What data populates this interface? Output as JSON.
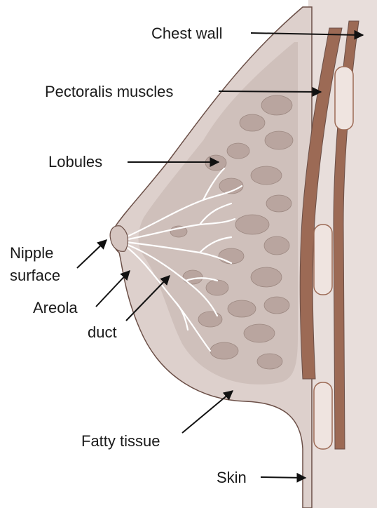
{
  "labels": {
    "chest_wall": "Chest wall",
    "pectoralis": "Pectoralis muscles",
    "lobules": "Lobules",
    "nipple_line1": "Nipple",
    "nipple_line2": "surface",
    "areola": "Areola",
    "duct": "duct",
    "fatty_tissue": "Fatty tissue",
    "skin": "Skin"
  },
  "colors": {
    "skin_fill": "#d9ccc8",
    "body_fill": "#e8dedb",
    "fat_fill": "#ddd0cc",
    "lobule_fill": "#c2b0aa",
    "muscle_fill": "#9c6a55",
    "rib_fill": "#efe4e0",
    "duct_stroke": "#ffffff",
    "outline": "#6b4f47",
    "arrow": "#111111"
  }
}
